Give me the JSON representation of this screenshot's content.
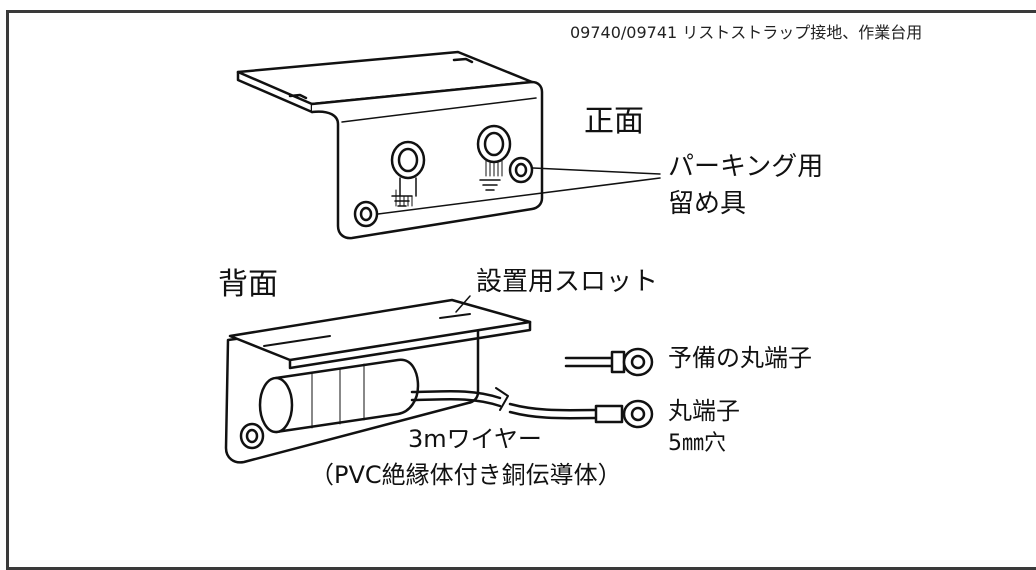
{
  "header": "09740/09741 リストストラップ接地、作業台用",
  "front": {
    "title": "正面",
    "parking_line1": "パーキング用",
    "parking_line2": "留め具"
  },
  "back": {
    "title": "背面",
    "slot": "設置用スロット",
    "spare_terminal": "予備の丸端子",
    "ring_terminal_line1": "丸端子",
    "ring_terminal_line2": "5㎜穴",
    "wire_line1": "3mワイヤー",
    "wire_line2": "（PVC絶縁体付き銅伝導体）"
  }
}
